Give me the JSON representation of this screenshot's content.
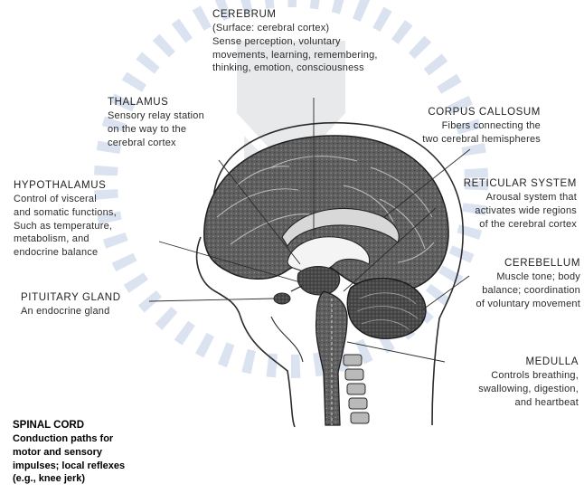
{
  "labels": {
    "cerebrum": {
      "title": "CEREBRUM",
      "desc": "(Surface: cerebral cortex)\nSense perception, voluntary\nmovements, learning, remembering,\nthinking, emotion, consciousness"
    },
    "thalamus": {
      "title": "THALAMUS",
      "desc": "Sensory relay station\non the way to the\ncerebral cortex"
    },
    "corpus_callosum": {
      "title": "CORPUS CALLOSUM",
      "desc": "Fibers connecting the\ntwo cerebral hemispheres"
    },
    "hypothalamus": {
      "title": "HYPOTHALAMUS",
      "desc": "Control of visceral\nand somatic functions,\nSuch as temperature,\nmetabolism, and\nendocrine balance"
    },
    "reticular_system": {
      "title": "RETICULAR SYSTEM",
      "desc": "Arousal system that\nactivates wide regions\nof the cerebral cortex"
    },
    "cerebellum": {
      "title": "CEREBELLUM",
      "desc": "Muscle tone; body\nbalance; coordination\nof voluntary movement"
    },
    "pituitary_gland": {
      "title": "PITUITARY GLAND",
      "desc": "An endocrine gland"
    },
    "medulla": {
      "title": "MEDULLA",
      "desc": "Controls breathing,\nswallowing, digestion,\nand heartbeat"
    },
    "spinal_cord": {
      "title": "SPINAL CORD",
      "desc": "Conduction paths for\nmotor and sensory\nimpulses; local reflexes\n(e.g., knee jerk)"
    }
  },
  "colors": {
    "ink": "#2b2b2b",
    "brain_fill": "#6e6e6e",
    "watermark": "#5b7fc0"
  }
}
